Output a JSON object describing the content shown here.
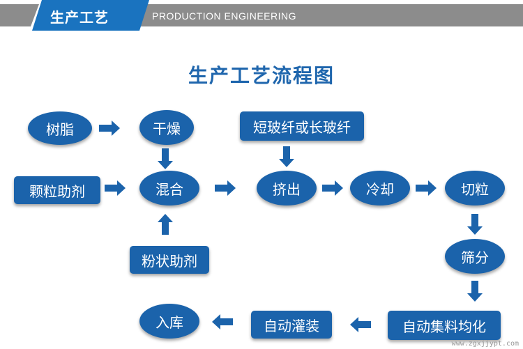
{
  "header": {
    "title": "生产工艺",
    "subtitle": "PRODUCTION ENGINEERING",
    "colors": {
      "grey": "#8c8c8c",
      "blue": "#1a73bf"
    }
  },
  "diagram": {
    "title": "生产工艺流程图",
    "node_color": "#1b63ab",
    "arrow_color": "#1b63ab",
    "nodes": {
      "resin": "树脂",
      "drying": "干燥",
      "granular_additive": "颗粒助剂",
      "mixing": "混合",
      "powder_additive": "粉状助剂",
      "glass_fiber": "短玻纤或长玻纤",
      "extrusion": "挤出",
      "cooling": "冷却",
      "pelletizing": "切粒",
      "screening": "筛分",
      "homogenizing": "自动集料均化",
      "packing": "自动灌装",
      "storage": "入库"
    }
  },
  "watermark": "www.zgxjjypt.com"
}
